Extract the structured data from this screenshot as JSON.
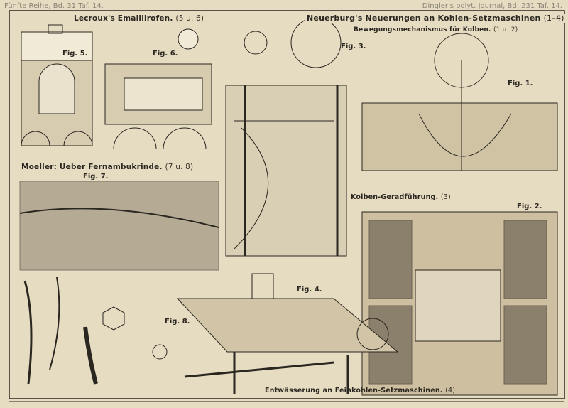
{
  "header": {
    "left": "Fünfte Reihe, Bd. 31 Taf. 14.",
    "right": "Dingler's polyt. Journal, Bd. 231 Taf. 14."
  },
  "titles": {
    "lecroux": "Lecroux's Emaillirofen.",
    "lecroux_ref": "(5 u. 6)",
    "neuerburg": "Neuerburg's Neuerungen an Kohlen-Setzmaschinen",
    "neuerburg_ref": "(1–4)",
    "bewegung": "Bewegungsmechanismus für Kolben.",
    "bewegung_ref": "(1 u. 2)",
    "moeller": "Moeller: Ueber Fernambukrinde.",
    "moeller_ref": "(7 u. 8)",
    "kolben": "Kolben-Geradführung.",
    "kolben_ref": "(3)",
    "entwaesserung": "Entwässerung an Feinkohlen-Setzmaschinen.",
    "entwaesserung_ref": "(4)"
  },
  "figures": [
    "Fig. 5.",
    "Fig. 6.",
    "Fig. 3.",
    "Fig. 1.",
    "Fig. 7.",
    "Fig. 2.",
    "Fig. 4.",
    "Fig. 8."
  ],
  "colors": {
    "paper": "#e6dcc2",
    "ink": "#2a2620",
    "wood": "#c9b994"
  }
}
